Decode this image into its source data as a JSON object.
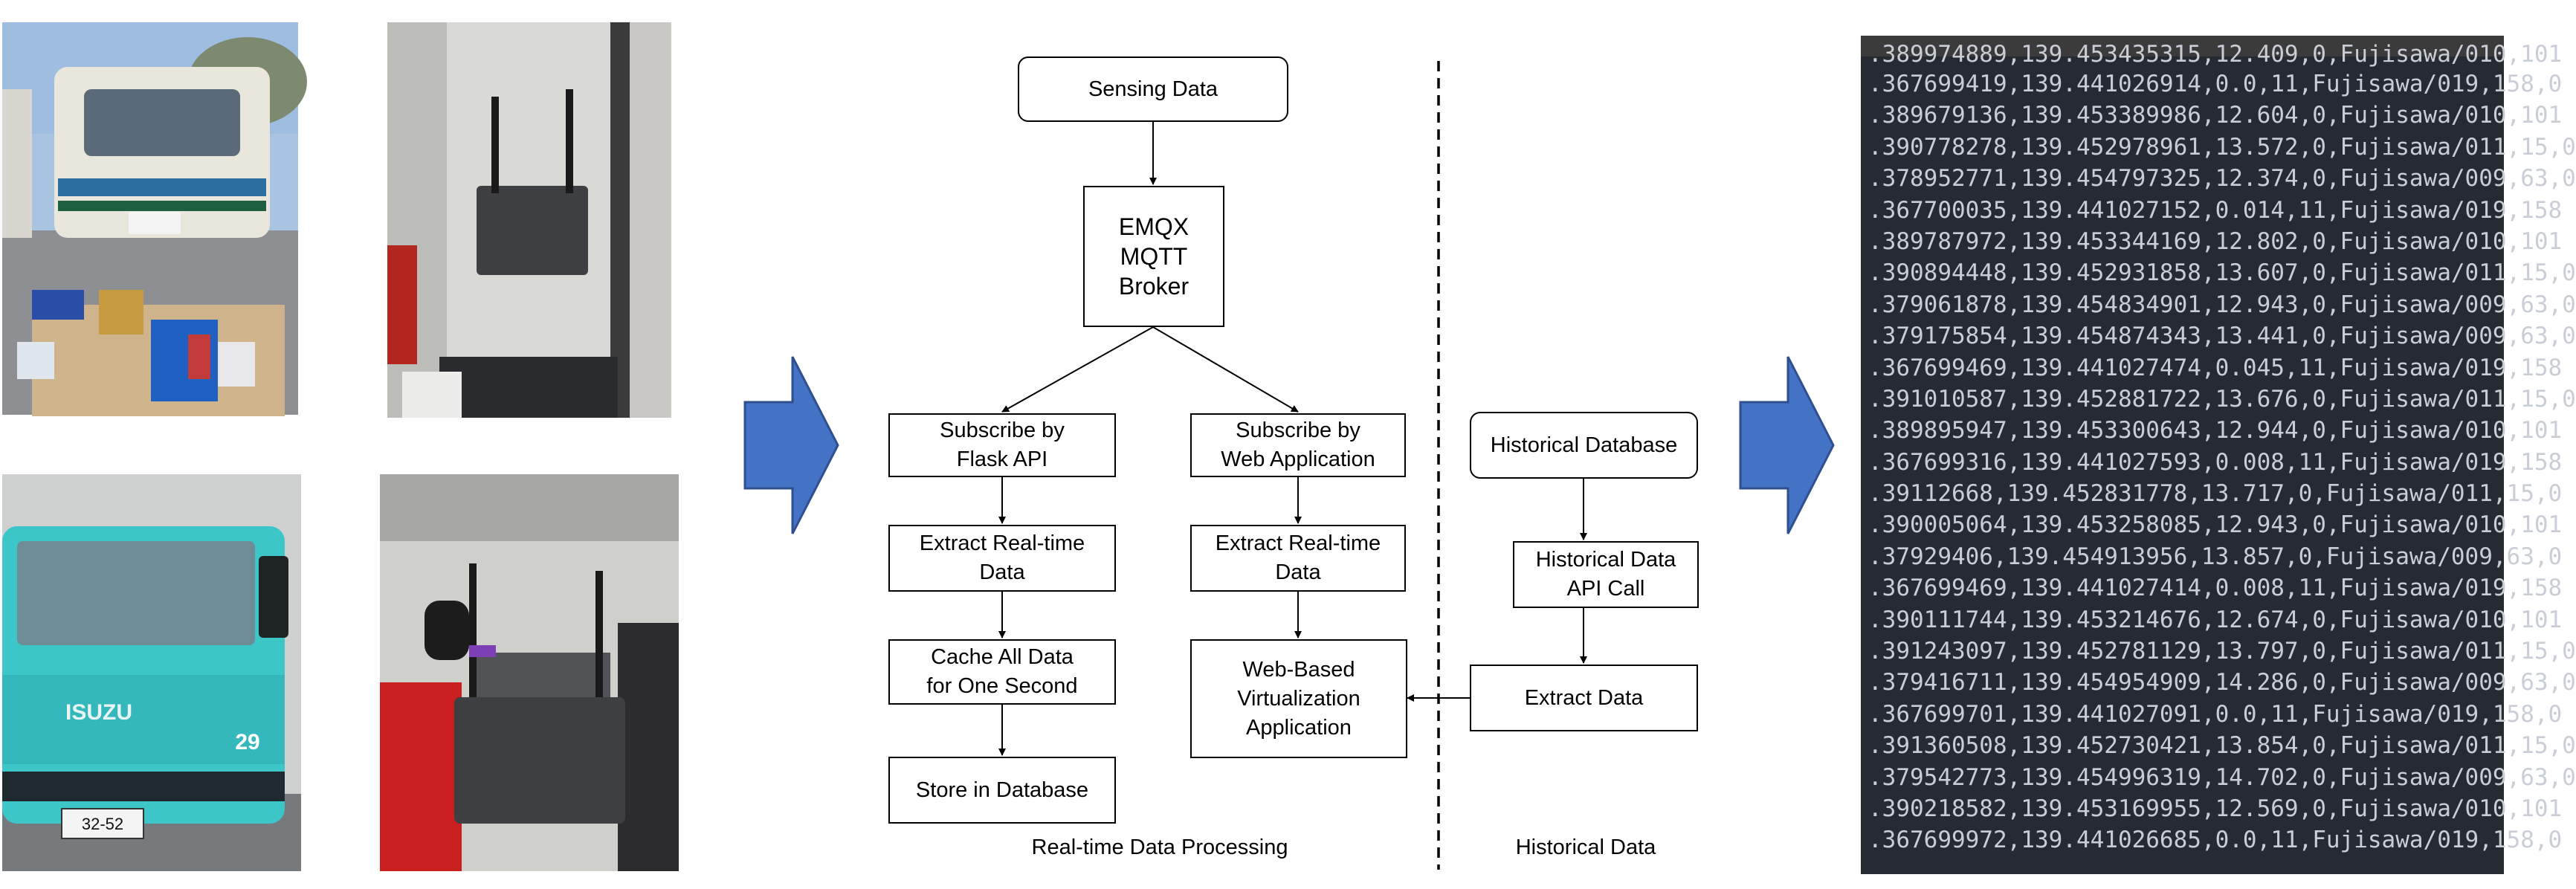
{
  "photos": [
    {
      "name": "garbage-truck-with-equipment-photo"
    },
    {
      "name": "sensor-device-mounted-photo"
    },
    {
      "name": "blue-isuzu-truck-photo",
      "badge": "29",
      "brand": "ISUZU",
      "plate": "32-52"
    },
    {
      "name": "sensor-device-closeup-photo"
    }
  ],
  "diagram": {
    "nodes": {
      "sensing_data": "Sensing Data",
      "emqx_broker": "EMQX\nMQTT\nBroker",
      "subscribe_flask": "Subscribe by\nFlask API",
      "subscribe_web": "Subscribe by\nWeb Application",
      "extract_realtime_flask": "Extract Real-time\nData",
      "extract_realtime_web": "Extract Real-time\nData",
      "cache_data": "Cache All Data\nfor One Second",
      "store_db": "Store in Database",
      "web_app": "Web-Based\nVirtualization\nApplication",
      "historical_db": "Historical Database",
      "historical_api": "Historical Data\nAPI Call",
      "extract_data": "Extract Data"
    },
    "labels": {
      "realtime": "Real-time Data Processing",
      "historical": "Historical Data"
    }
  },
  "terminal": {
    "partial_line": ".389974889,139.453435315,12.409,0,Fujisawa/010,101",
    "lines": [
      ".367699419,139.441026914,0.0,11,Fujisawa/019,158,0",
      ".389679136,139.453389986,12.604,0,Fujisawa/010,101",
      ".390778278,139.452978961,13.572,0,Fujisawa/011,15,0",
      ".378952771,139.454797325,12.374,0,Fujisawa/009,63,0",
      ".367700035,139.441027152,0.014,11,Fujisawa/019,158",
      ".389787972,139.453344169,12.802,0,Fujisawa/010,101",
      ".390894448,139.452931858,13.607,0,Fujisawa/011,15,0",
      ".379061878,139.454834901,12.943,0,Fujisawa/009,63,0",
      ".379175854,139.454874343,13.441,0,Fujisawa/009,63,0",
      ".367699469,139.441027474,0.045,11,Fujisawa/019,158",
      ".391010587,139.452881722,13.676,0,Fujisawa/011,15,0",
      ".389895947,139.453300643,12.944,0,Fujisawa/010,101",
      ".367699316,139.441027593,0.008,11,Fujisawa/019,158",
      ".39112668,139.452831778,13.717,0,Fujisawa/011,15,0",
      ".390005064,139.453258085,12.943,0,Fujisawa/010,101",
      ".37929406,139.454913956,13.857,0,Fujisawa/009,63,0",
      ".367699469,139.441027414,0.008,11,Fujisawa/019,158",
      ".390111744,139.453214676,12.674,0,Fujisawa/010,101",
      ".391243097,139.452781129,13.797,0,Fujisawa/011,15,0",
      ".379416711,139.454954909,14.286,0,Fujisawa/009,63,0",
      ".367699701,139.441027091,0.0,11,Fujisawa/019,158,0",
      ".391360508,139.452730421,13.854,0,Fujisawa/011,15,0",
      ".379542773,139.454996319,14.702,0,Fujisawa/009,63,0",
      ".390218582,139.453169955,12.569,0,Fujisawa/010,101",
      ".367699972,139.441026685,0.0,11,Fujisawa/019,158,0"
    ]
  },
  "colors": {
    "arrow_fill": "#4472c4",
    "arrow_stroke": "#2f4f8f",
    "terminal_bg": "#262b31",
    "terminal_text": "#c9ced6"
  }
}
